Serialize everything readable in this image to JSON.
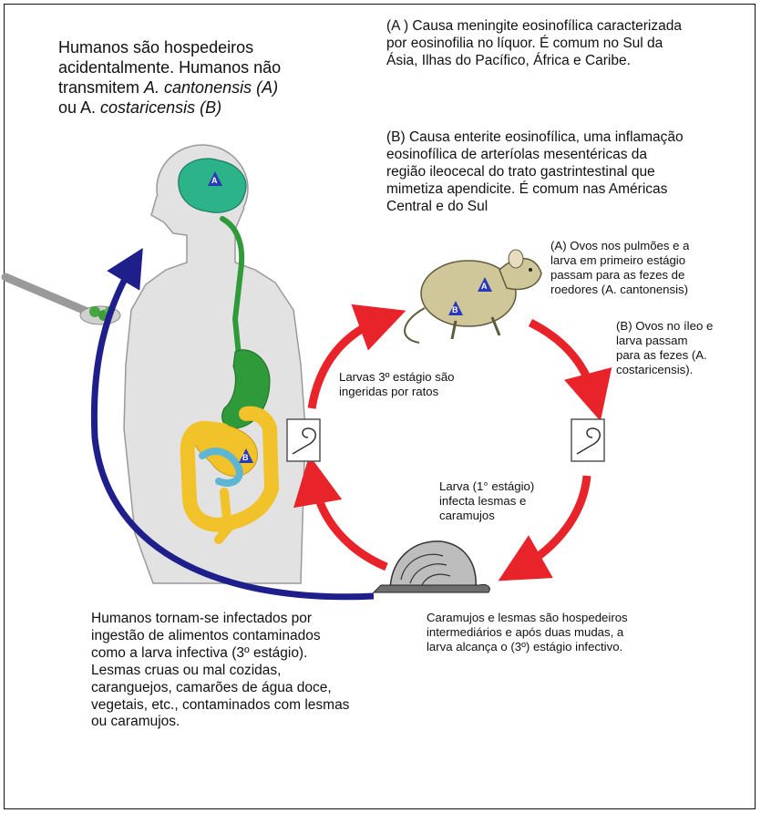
{
  "colors": {
    "cycle_red": "#e8232a",
    "human_blue": "#1f1f8c",
    "skin": "#dedede",
    "brain_green": "#2db38a",
    "gut_green": "#2f9a3a",
    "intestine_yellow": "#f2c22a",
    "colon_cyan": "#5fb6d4",
    "badge_blue": "#2a39b5",
    "rat_tan": "#cfc79a"
  },
  "icons": {
    "human": "human-silhouette-icon",
    "rat": "rat-icon",
    "snail": "snail-icon",
    "spoon": "spoon-icon",
    "larva": "larva-icon"
  },
  "header_note": {
    "line1": "Humanos são hospedeiros",
    "line2": "acidentalmente. Humanos não",
    "line3a": "transmitem ",
    "line3b": "A. cantonensis (A)",
    "line4a": "ou A. ",
    "line4b": "costaricensis (B)"
  },
  "note_a": {
    "line1": "(A ) Causa meningite eosinofílica caracterizada",
    "line2": "por eosinofilia no líquor. É comum no Sul da",
    "line3": "Ásia, Ilhas do Pacífico, África e Caribe."
  },
  "note_b": {
    "line1": "(B) Causa enterite eosinofílica, uma inflamação",
    "line2": "eosinofílica de arteríolas mesentéricas da",
    "line3": "região ileocecal do trato gastrintestinal que",
    "line4": "mimetiza apendicite. É comum nas Américas",
    "line5": "Central e do Sul"
  },
  "rat_note_a": {
    "line1": "(A) Ovos nos pulmões e a",
    "line2": "larva em primeiro estágio",
    "line3": "passam para as fezes de",
    "line4": "roedores (A. cantonensis)"
  },
  "rat_note_b": {
    "line1": "(B) Ovos no íleo e",
    "line2": "larva passam",
    "line3": "para as fezes (A.",
    "line4": "costaricensis)."
  },
  "larva_rats": {
    "line1": "Larvas 3º estágio são",
    "line2": "ingeridas por ratos"
  },
  "larva_snails": {
    "line1": "Larva (1° estágio)",
    "line2": "infecta lesmas e",
    "line3": "caramujos"
  },
  "snail_note": {
    "line1": "Caramujos e lesmas são hospedeiros",
    "line2": "intermediários e após duas mudas, a",
    "line3": "larva alcança o (3º) estágio infectivo."
  },
  "human_infection": {
    "line1": "Humanos tornam-se infectados por",
    "line2": "ingestão de alimentos contaminados",
    "line3": "como a larva infectiva (3º estágio).",
    "line4": "Lesmas cruas ou mal cozidas,",
    "line5": "caranguejos, camarões de água doce,",
    "line6": "vegetais, etc., contaminados com lesmas",
    "line7": "ou caramujos."
  },
  "badges": {
    "a": "A",
    "b": "B"
  }
}
